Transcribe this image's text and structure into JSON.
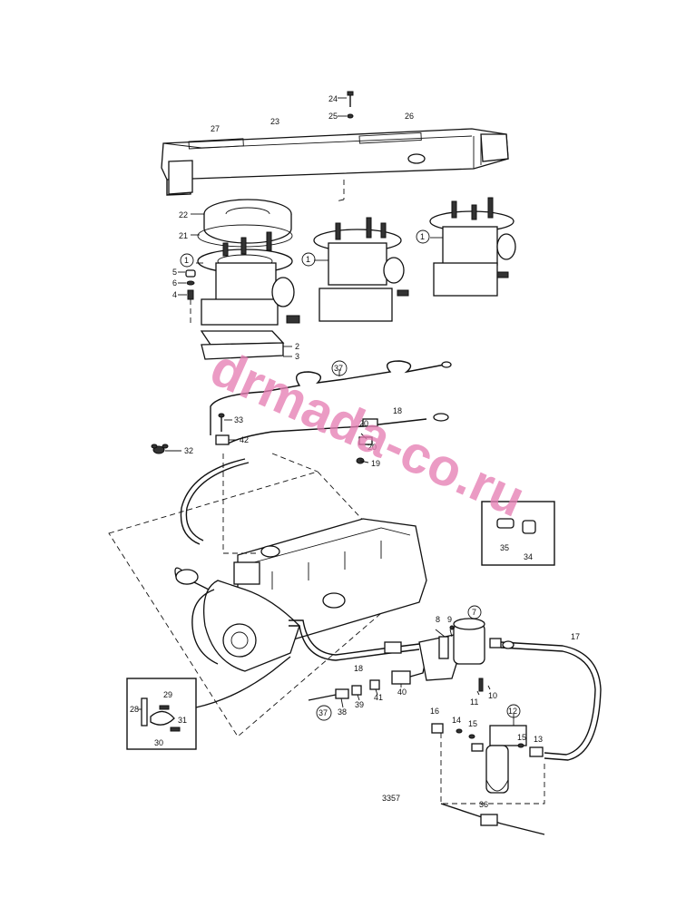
{
  "drawing_code": "3357",
  "watermark": "drmada-co.ru",
  "callouts": {
    "c1": "1",
    "c2": "2",
    "c3": "3",
    "c4": "4",
    "c5": "5",
    "c6": "6",
    "c7": "7",
    "c8": "8",
    "c9": "9",
    "c10": "10",
    "c11": "11",
    "c12": "12",
    "c13": "13",
    "c14": "14",
    "c15": "15",
    "c16": "16",
    "c17": "17",
    "c18": "18",
    "c19": "19",
    "c20": "20",
    "c21": "21",
    "c22": "22",
    "c23": "23",
    "c24": "24",
    "c25": "25",
    "c26": "26",
    "c27": "27",
    "c28": "28",
    "c29": "29",
    "c30": "30",
    "c31": "31",
    "c32": "32",
    "c33": "33",
    "c34": "34",
    "c35": "35",
    "c36": "36",
    "c37": "37",
    "c38": "38",
    "c39": "39",
    "c40": "40",
    "c41": "41",
    "c42": "42"
  }
}
